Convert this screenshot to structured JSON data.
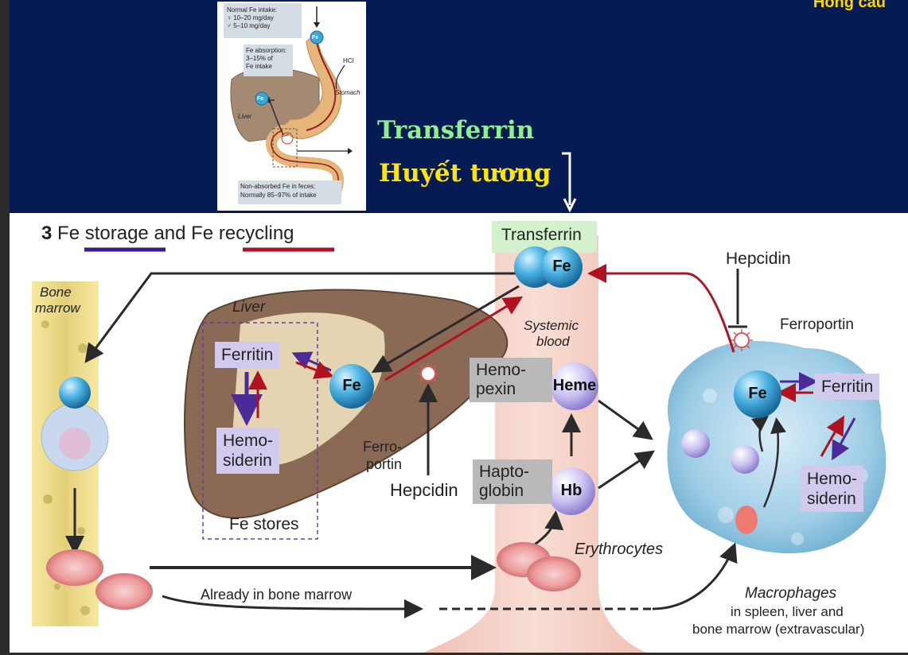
{
  "slide": {
    "title": "Hồng cầu",
    "transferrin_label": "Transferrin",
    "plasma_label": "Huyết tương",
    "colors": {
      "background": "#061a54",
      "title": "#ffd500",
      "transferrin": "#8ef08a",
      "plasma": "#ffe600"
    }
  },
  "inset": {
    "intake_line1": "Normal Fe intake:",
    "intake_female": "♀ 10–20 mg/day",
    "intake_male": "♂ 5–10 mg/day",
    "absorption_line1": "Fe absorption:",
    "absorption_line2": "3–15% of",
    "absorption_line3": "Fe intake",
    "hcl": "HCl",
    "stomach": "Stomach",
    "liver": "Liver",
    "fe": "Fe",
    "feces_line1": "Non-absorbed Fe in feces:",
    "feces_line2": "Normally 85–97% of intake"
  },
  "diagram": {
    "heading_number": "3",
    "heading_storage": "Fe storage",
    "heading_and": "and Fe",
    "heading_recycling": "recycling",
    "bone_marrow_line1": "Bone",
    "bone_marrow_line2": "marrow",
    "liver": "Liver",
    "ferritin": "Ferritin",
    "hemosiderin_line1": "Hemo-",
    "hemosiderin_line2": "siderin",
    "fe_stores": "Fe stores",
    "fe": "Fe",
    "ferroportin_line1": "Ferro-",
    "ferroportin_line2": "portin",
    "hepcidin": "Hepcidin",
    "transferrin": "Transferrin",
    "systemic_blood_line1": "Systemic",
    "systemic_blood_line2": "blood",
    "hemopexin_line1": "Hemo-",
    "hemopexin_line2": "pexin",
    "heme": "Heme",
    "haptoglobin_line1": "Hapto-",
    "haptoglobin_line2": "globin",
    "hb": "Hb",
    "erythrocytes": "Erythrocytes",
    "already_in_bone_marrow": "Already in bone marrow",
    "ferroportin_right": "Ferroportin",
    "hepcidin_right": "Hepcidin",
    "macrophages_line1": "Macrophages",
    "macrophages_line2": "in spleen, liver and",
    "macrophages_line3": "bone marrow (extravascular)",
    "colors": {
      "storage_underline": "#3b1a8a",
      "recycling_underline": "#a3152a",
      "arrow_red": "#b01220",
      "arrow_purple": "#4b2a9a",
      "arrow_dark": "#2a2a2a"
    }
  }
}
